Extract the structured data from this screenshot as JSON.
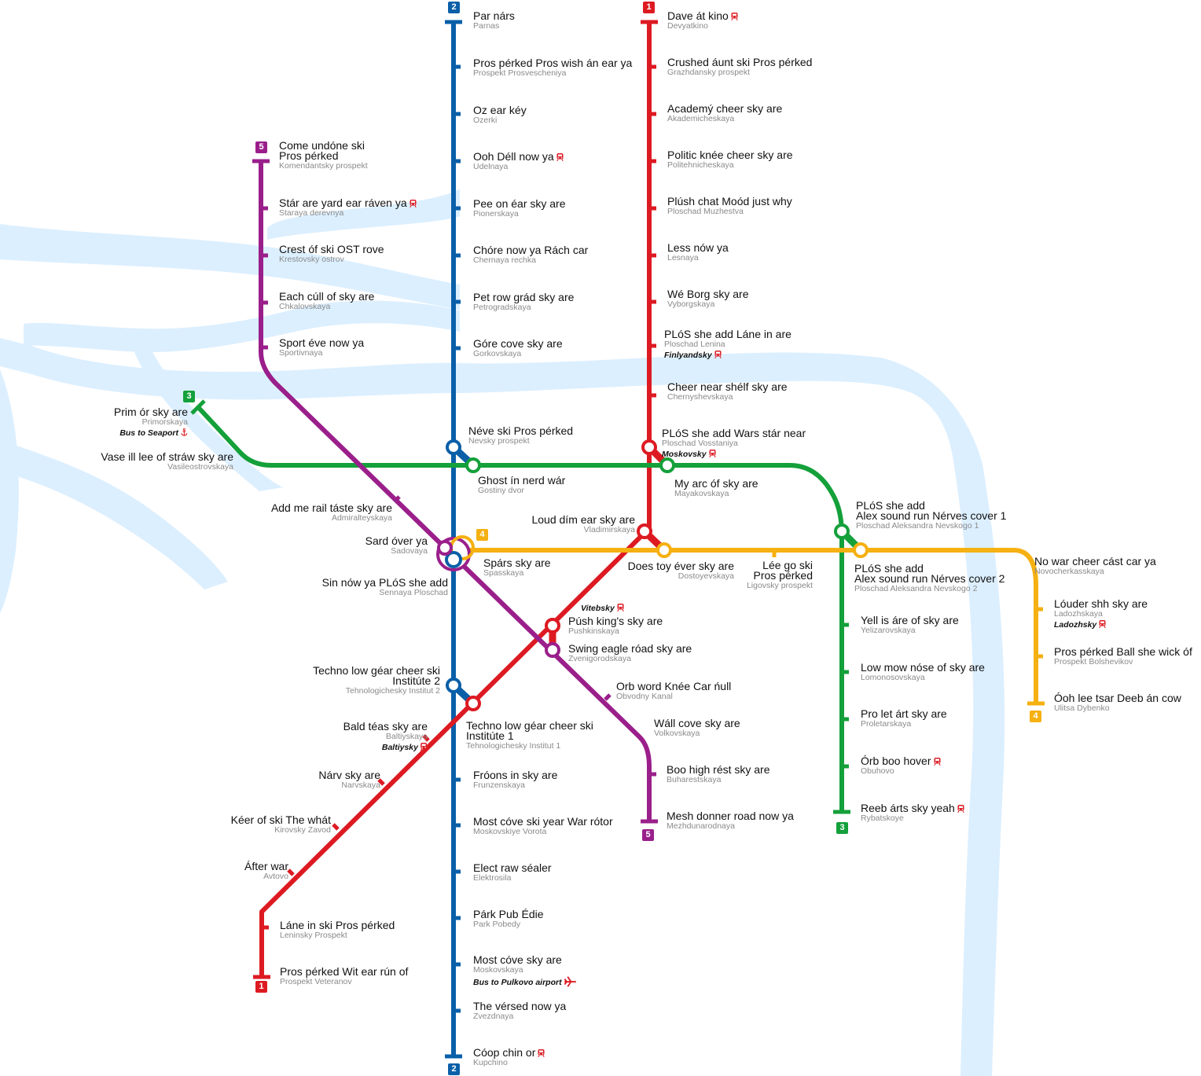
{
  "colors": {
    "line1": "#dd1a22",
    "line2": "#0a5fa8",
    "line3": "#14a03a",
    "line4": "#f5b011",
    "line5": "#9a1f8b",
    "river": "#dcefff",
    "text": "#111111",
    "latin": "#8a8a8a"
  },
  "icons": {
    "train": "train-icon",
    "anchor": "anchor-icon",
    "airplane": "airplane-icon"
  },
  "badges": {
    "line1": "1",
    "line2": "2",
    "line3": "3",
    "line4": "4",
    "line5": "5"
  },
  "stations": {
    "parnas": {
      "name": "Par nárs",
      "latin": "Parnas"
    },
    "prosvescheniya": {
      "name": "Pros pérked Pros wish án ear ya",
      "latin": "Prospekt Prosvescheniya"
    },
    "ozerki": {
      "name": "Oz ear kéy",
      "latin": "Ozerki"
    },
    "udelnaya": {
      "name": "Ooh Déll now ya",
      "latin": "Udelnaya"
    },
    "pionerskaya": {
      "name": "Pee on éar sky are",
      "latin": "Pionerskaya"
    },
    "chernaya": {
      "name": "Chóre now ya Rách car",
      "latin": "Chernaya rechka"
    },
    "petrogradskaya": {
      "name": "Pet row grád sky are",
      "latin": "Petrogradskaya"
    },
    "gorkovskaya": {
      "name": "Góre cove sky are",
      "latin": "Gorkovskaya"
    },
    "nevsky": {
      "name": "Néve ski Pros pérked",
      "latin": "Nevsky prospekt"
    },
    "sennaya": {
      "name": "Sin nów ya PLóS she add",
      "latin": "Sennaya Ploschad"
    },
    "tech2": {
      "name": "Techno low géar cheer ski Institúte 2",
      "latin": "Tehnologichesky Institut 2"
    },
    "frunzenskaya": {
      "name": "Fróons in sky are",
      "latin": "Frunzenskaya"
    },
    "moskvorota": {
      "name": "Most cóve ski year War rótor",
      "latin": "Moskovskiye Vorota"
    },
    "elektrosila": {
      "name": "Elect raw séaler",
      "latin": "Elektrosila"
    },
    "parkpobedy": {
      "name": "Párk Pub Édie",
      "latin": "Park Pobedy"
    },
    "moskovskaya": {
      "name": "Most cóve sky are",
      "latin": "Moskovskaya",
      "transfer": "Bus to Pulkovo airport"
    },
    "zvezdnaya": {
      "name": "The vérsed now ya",
      "latin": "Zvezdnaya"
    },
    "kupchino": {
      "name": "Cóop chin or",
      "latin": "Kupchino"
    },
    "devyatkino": {
      "name": "Dave át kino",
      "latin": "Devyatkino"
    },
    "grazhdansky": {
      "name": "Crushed áunt ski Pros pérked",
      "latin": "Grazhdansky prospekt"
    },
    "akademicheskaya": {
      "name": "Academý cheer sky are",
      "latin": "Akademicheskaya"
    },
    "politehnicheskaya": {
      "name": "Politic knée cheer sky are",
      "latin": "Politehnicheskaya"
    },
    "muzhestva": {
      "name": "Plúsh chat Moód just why",
      "latin": "Ploschad Muzhestva"
    },
    "lesnaya": {
      "name": "Less nów ya",
      "latin": "Lesnaya"
    },
    "vyborgskaya": {
      "name": "Wé Borg sky are",
      "latin": "Vyborgskaya"
    },
    "lenina": {
      "name": "PLóS she add Láne in are",
      "latin": "Ploschad Lenina",
      "transfer": "Finlyandsky"
    },
    "chernyshevskaya": {
      "name": "Cheer near shélf sky are",
      "latin": "Chernyshevskaya"
    },
    "vosstaniya": {
      "name": "PLóS she add Wars stár near",
      "latin": "Ploschad Vosstaniya",
      "transfer": "Moskovsky"
    },
    "vladimirskaya": {
      "name": "Loud dím ear sky are",
      "latin": "Vladimirskaya"
    },
    "pushkinskaya": {
      "name": "Púsh king's sky are",
      "latin": "Pushkinskaya",
      "transfer": "Vitebsky"
    },
    "tech1": {
      "name": "Techno low géar cheer ski Institúte 1",
      "latin": "Tehnologichesky Institut 1"
    },
    "baltiyskaya": {
      "name": "Bald téas sky are",
      "latin": "Baltiyskaya",
      "transfer": "Baltiysky"
    },
    "narvskaya": {
      "name": "Nárv sky are",
      "latin": "Narvskaya"
    },
    "kirovsky": {
      "name": "Kéer of ski The whát",
      "latin": "Kirovsky Zavod"
    },
    "avtovo": {
      "name": "Áfter war",
      "latin": "Avtovo"
    },
    "leninsky": {
      "name": "Láne in ski Pros pérked",
      "latin": "Leninsky Prospekt"
    },
    "veteranov": {
      "name": "Pros pérked Wit ear rún of",
      "latin": "Prospekt Veteranov"
    },
    "primorskaya": {
      "name": "Prim ór sky are",
      "latin": "Primorskaya",
      "transfer": "Bus to Seaport"
    },
    "vasileostrovskaya": {
      "name": "Vase ill lee of stráw sky are",
      "latin": "Vasileostrovskaya"
    },
    "gostiny": {
      "name": "Ghost ín nerd wár",
      "latin": "Gostiny dvor"
    },
    "mayakovskaya": {
      "name": "My arc óf sky are",
      "latin": "Mayakovskaya"
    },
    "nevskogo1": {
      "name": "PLóS she add Alex sound run Nérves cover 1",
      "latin": "Ploschad Aleksandra Nevskogo 1"
    },
    "yelizarovskaya": {
      "name": "Yell is áre of sky are",
      "latin": "Yelizarovskaya"
    },
    "lomonosovskaya": {
      "name": "Low mow nóse of sky are",
      "latin": "Lomonosovskaya"
    },
    "proletarskaya": {
      "name": "Pro let árt sky are",
      "latin": "Proletarskaya"
    },
    "obuhovo": {
      "name": "Órb boo hover",
      "latin": "Obuhovo"
    },
    "rybatskoye": {
      "name": "Reeb árts sky yeah",
      "latin": "Rybatskoye"
    },
    "spasskaya": {
      "name": "Spárs sky are",
      "latin": "Spasskaya"
    },
    "dostoyevskaya": {
      "name": "Does toy éver sky are",
      "latin": "Dostoyevskaya"
    },
    "ligovsky": {
      "name": "Lée go ski Pros pérked",
      "latin": "Ligovsky prospekt"
    },
    "nevskogo2": {
      "name": "PLóS she add Alex sound run Nérves cover 2",
      "latin": "Ploschad Aleksandra Nevskogo 2"
    },
    "novocherkasskaya": {
      "name": "No war cheer cást car ya",
      "latin": "Novocherkasskaya"
    },
    "ladozhskaya": {
      "name": "Lóuder shh sky are",
      "latin": "Ladozhskaya",
      "transfer": "Ladozhsky"
    },
    "bolshevikov": {
      "name": "Pros pérked Ball she wick óf",
      "latin": "Prospekt Bolshevikov"
    },
    "dybenko": {
      "name": "Óoh lee tsar Deeb án cow",
      "latin": "Ulitsa Dybenko"
    },
    "komendantsky": {
      "name": "Come undóne ski Pros pérked",
      "latin": "Komendantsky prospekt"
    },
    "staraya": {
      "name": "Stár are yard ear ráven ya",
      "latin": "Staraya derevnya"
    },
    "krestovsky": {
      "name": "Crest óf ski OST rove",
      "latin": "Krestovsky ostrov"
    },
    "chkalovskaya": {
      "name": "Each cúll of sky are",
      "latin": "Chkalovskaya"
    },
    "sportivnaya": {
      "name": "Sport éve now ya",
      "latin": "Sportivnaya"
    },
    "admiralteyskaya": {
      "name": "Add me rail táste sky are",
      "latin": "Admiralteyskaya"
    },
    "sadovaya": {
      "name": "Sard óver ya",
      "latin": "Sadovaya"
    },
    "zvenigorodskaya": {
      "name": "Swing eagle róad sky are",
      "latin": "Zvenigorodskaya"
    },
    "obvodny": {
      "name": "Orb word Knée Car ńull",
      "latin": "Obvodny Kanal"
    },
    "volkovskaya": {
      "name": "Wáll cove sky are",
      "latin": "Volkovskaya"
    },
    "buharestskaya": {
      "name": "Boo high rést sky are",
      "latin": "Buharestskaya"
    },
    "mezhdunarodnaya": {
      "name": "Mesh donner road now ya",
      "latin": "Mezhdunarodnaya"
    }
  }
}
